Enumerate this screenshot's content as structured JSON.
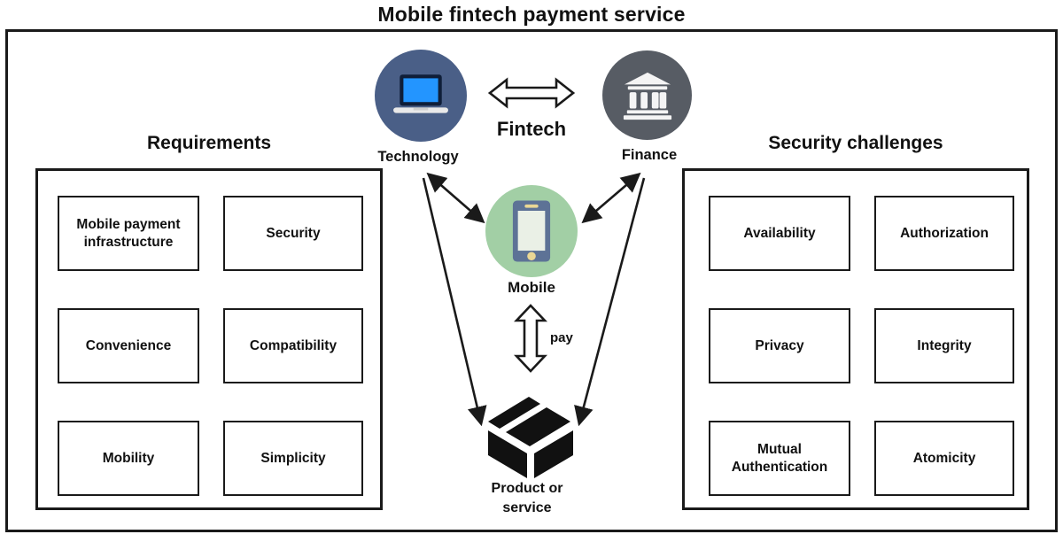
{
  "title": "Mobile fintech payment service",
  "left_panel": {
    "heading": "Requirements",
    "boxes": [
      "Mobile payment infrastructure",
      "Security",
      "Convenience",
      "Compatibility",
      "Mobility",
      "Simplicity"
    ]
  },
  "right_panel": {
    "heading": "Security challenges",
    "boxes": [
      "Availability",
      "Authorization",
      "Privacy",
      "Integrity",
      "Mutual Authentication",
      "Atomicity"
    ]
  },
  "center": {
    "technology_label": "Technology",
    "finance_label": "Finance",
    "fintech_label": "Fintech",
    "mobile_label": "Mobile",
    "pay_label": "pay",
    "product_line1": "Product or",
    "product_line2": "service"
  },
  "colors": {
    "technology_circle": "#4a5f87",
    "finance_circle": "#575c64",
    "mobile_circle": "#a2cfa5",
    "laptop_screen": "#2395ff",
    "laptop_body": "#0f1e38",
    "bank_icon": "#f4f4f4",
    "phone_body": "#5d7296",
    "phone_screen": "#eaf0e6",
    "phone_accent": "#ead795",
    "line_black": "#1a1a1a"
  }
}
